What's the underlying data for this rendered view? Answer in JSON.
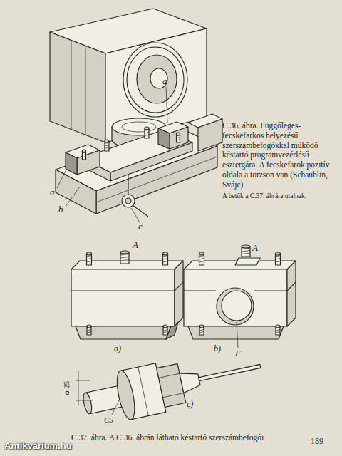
{
  "diagram": {
    "labels": [
      "C.36. ábra. Függőleges-fecskefarkos helyezésű szerszámbefogókkal működő késtartó programvezérlésű esztergára. A fecskefarok pozitív oldala a törzsön van (Schaublin, Svájc)",
      "A betűk a C.37. ábrára utalnak.",
      "a",
      "a",
      "b",
      "c",
      "A",
      "A",
      "a)",
      "b)",
      "F",
      "c)",
      "ϕ 25",
      "C5",
      "C.37. ábra. A C.36. ábrán látható késtartó szerszámbefogói",
      "189",
      "Antikvárium.hu"
    ]
  }
}
